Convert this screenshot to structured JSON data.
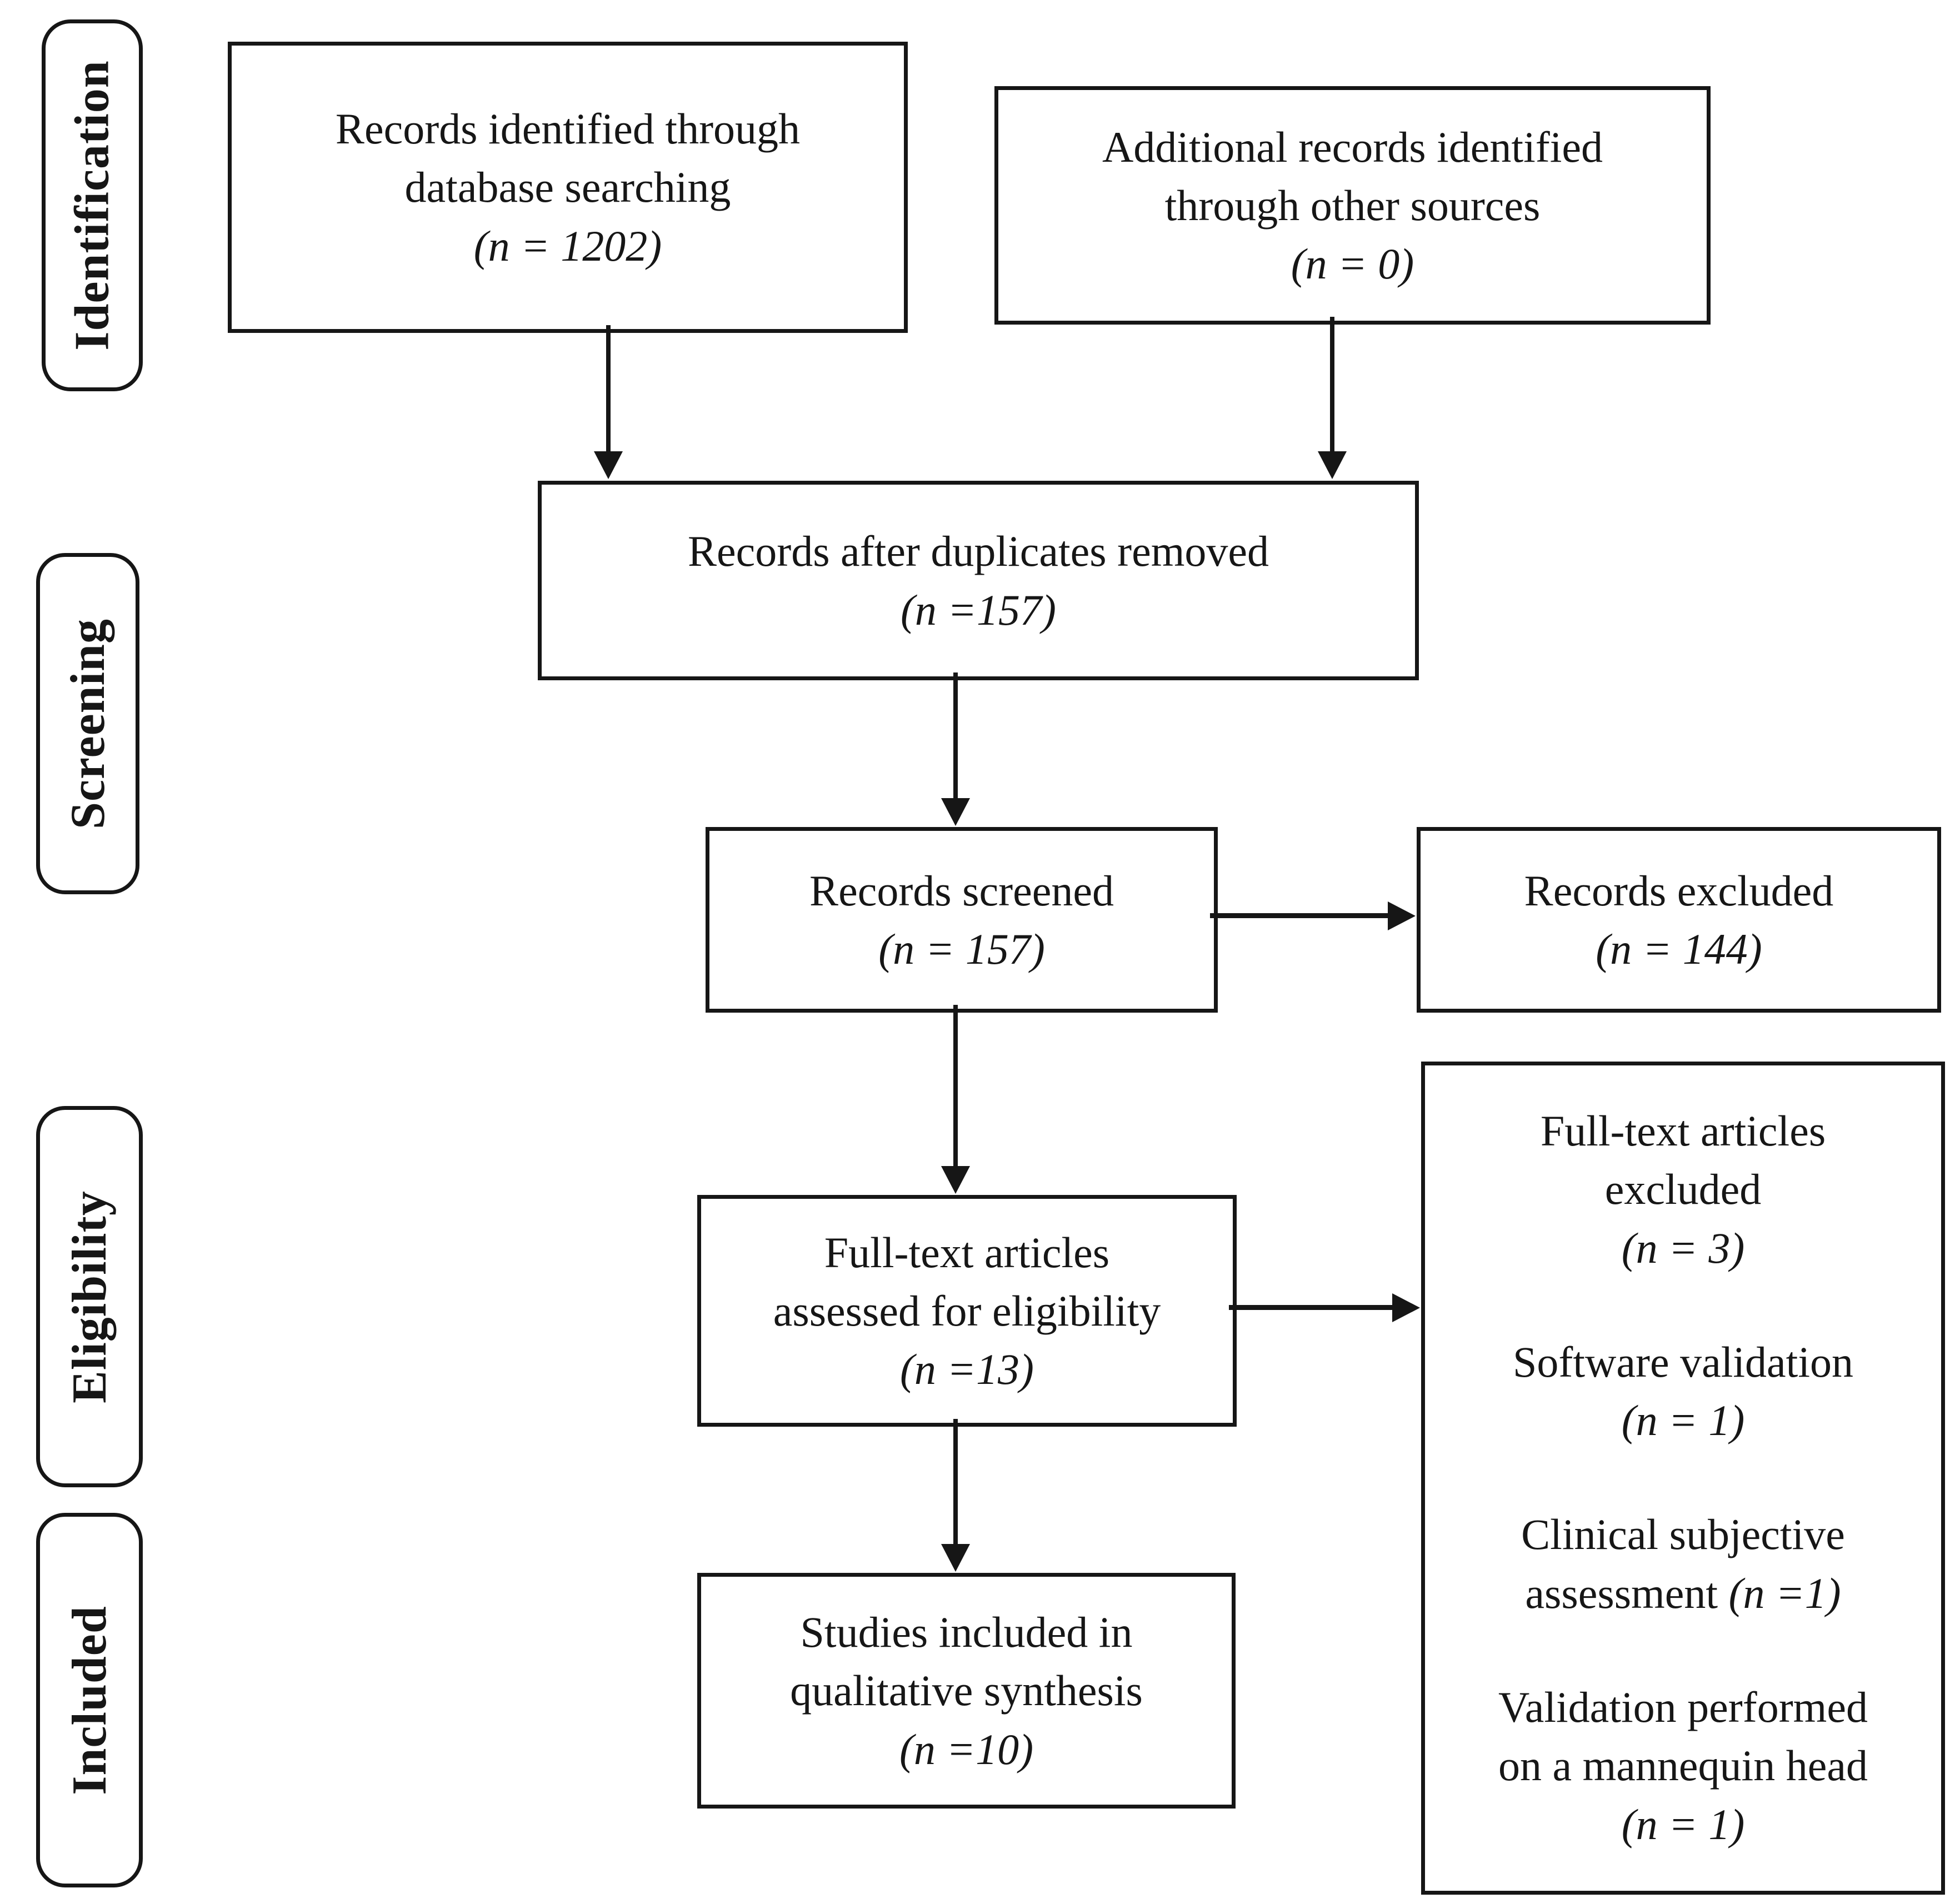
{
  "colors": {
    "ink": "#161616",
    "background": "#ffffff"
  },
  "stage_labels": [
    {
      "label": "Identification"
    },
    {
      "label": "Screening"
    },
    {
      "label": "Eligibility"
    },
    {
      "label": "Included"
    }
  ],
  "boxes": {
    "identified": {
      "text": "Records identified through\ndatabase searching\n",
      "count": "(n = 1202)"
    },
    "additional": {
      "text": "Additional records identified\nthrough other sources\n",
      "count": "(n = 0)"
    },
    "duplicates_removed": {
      "text": "Records after duplicates removed\n",
      "count": "(n =157)"
    },
    "screened": {
      "text": "Records screened\n",
      "count": "(n = 157)"
    },
    "excluded": {
      "text": "Records excluded\n",
      "count": "(n = 144)"
    },
    "fulltext_assessed": {
      "text": "Full-text articles\nassessed for eligibility\n",
      "count": "(n =13)"
    },
    "included_studies": {
      "text": "Studies included in\nqualitative synthesis\n",
      "count": "(n =10)"
    }
  },
  "exclusion_details": {
    "items": [
      {
        "text": "Full-text articles\nexcluded\n",
        "count": "(n = 3)"
      },
      {
        "text": "Software validation\n",
        "count": "(n = 1)"
      },
      {
        "text": "Clinical subjective\nassessment ",
        "count": "(n =1)"
      },
      {
        "text": "Validation performed\non a mannequin head\n",
        "count": "(n = 1)"
      }
    ]
  }
}
